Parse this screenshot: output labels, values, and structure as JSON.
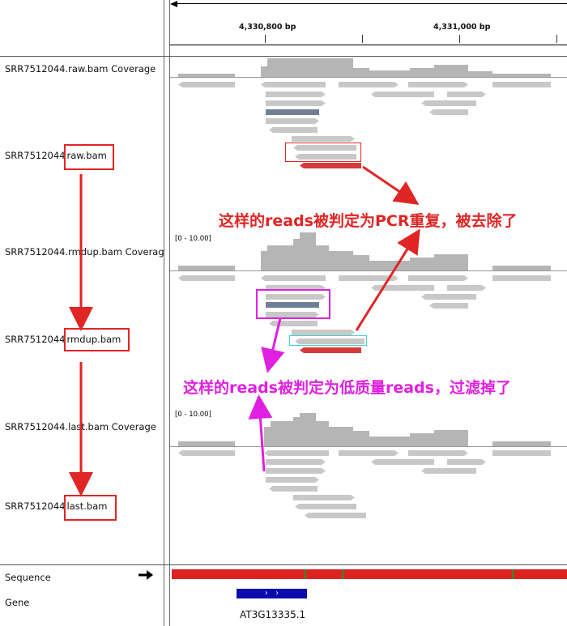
{
  "ruler": {
    "tick1": "4,330,800 bp",
    "tick2": "4,331,000 bp"
  },
  "tracks": {
    "raw_cov": "SRR7512044.raw.bam Coverage",
    "raw_bam_prefix": "SRR7512044",
    "raw_bam_suffix": "raw.bam",
    "rmdup_cov": "SRR7512044.rmdup.bam Coverag",
    "rmdup_bam_prefix": "SRR7512044",
    "rmdup_bam_suffix": "rmdup.bam",
    "last_cov": "SRR7512044.last.bam Coverage",
    "last_bam_prefix": "SRR7512044",
    "last_bam_suffix": "last.bam",
    "sequence": "Sequence",
    "gene": "Gene"
  },
  "scale_labels": {
    "rmdup": "[0 - 10.00]",
    "last": "[0 - 10.00]"
  },
  "gene": {
    "name": "AT3G13335.1",
    "strand_glyphs": "›   ›"
  },
  "annotations": {
    "pcr_duplicate": "这样的reads被判定为PCR重复，被去除了",
    "low_quality": "这样的reads被判定为低质量reads，过滤掉了"
  },
  "colors": {
    "annotation_red": "#e02525",
    "annotation_magenta": "#e020e0",
    "read_gray": "#c8c8c8",
    "read_blue": "#6f7f96",
    "read_red": "#d83a3a",
    "gene_blue": "#0a0ab0",
    "highlight_cyan": "#40d0d0"
  },
  "icons": {
    "sequence_direction": "right-arrow-icon",
    "ruler_left": "left-arrow-icon"
  }
}
